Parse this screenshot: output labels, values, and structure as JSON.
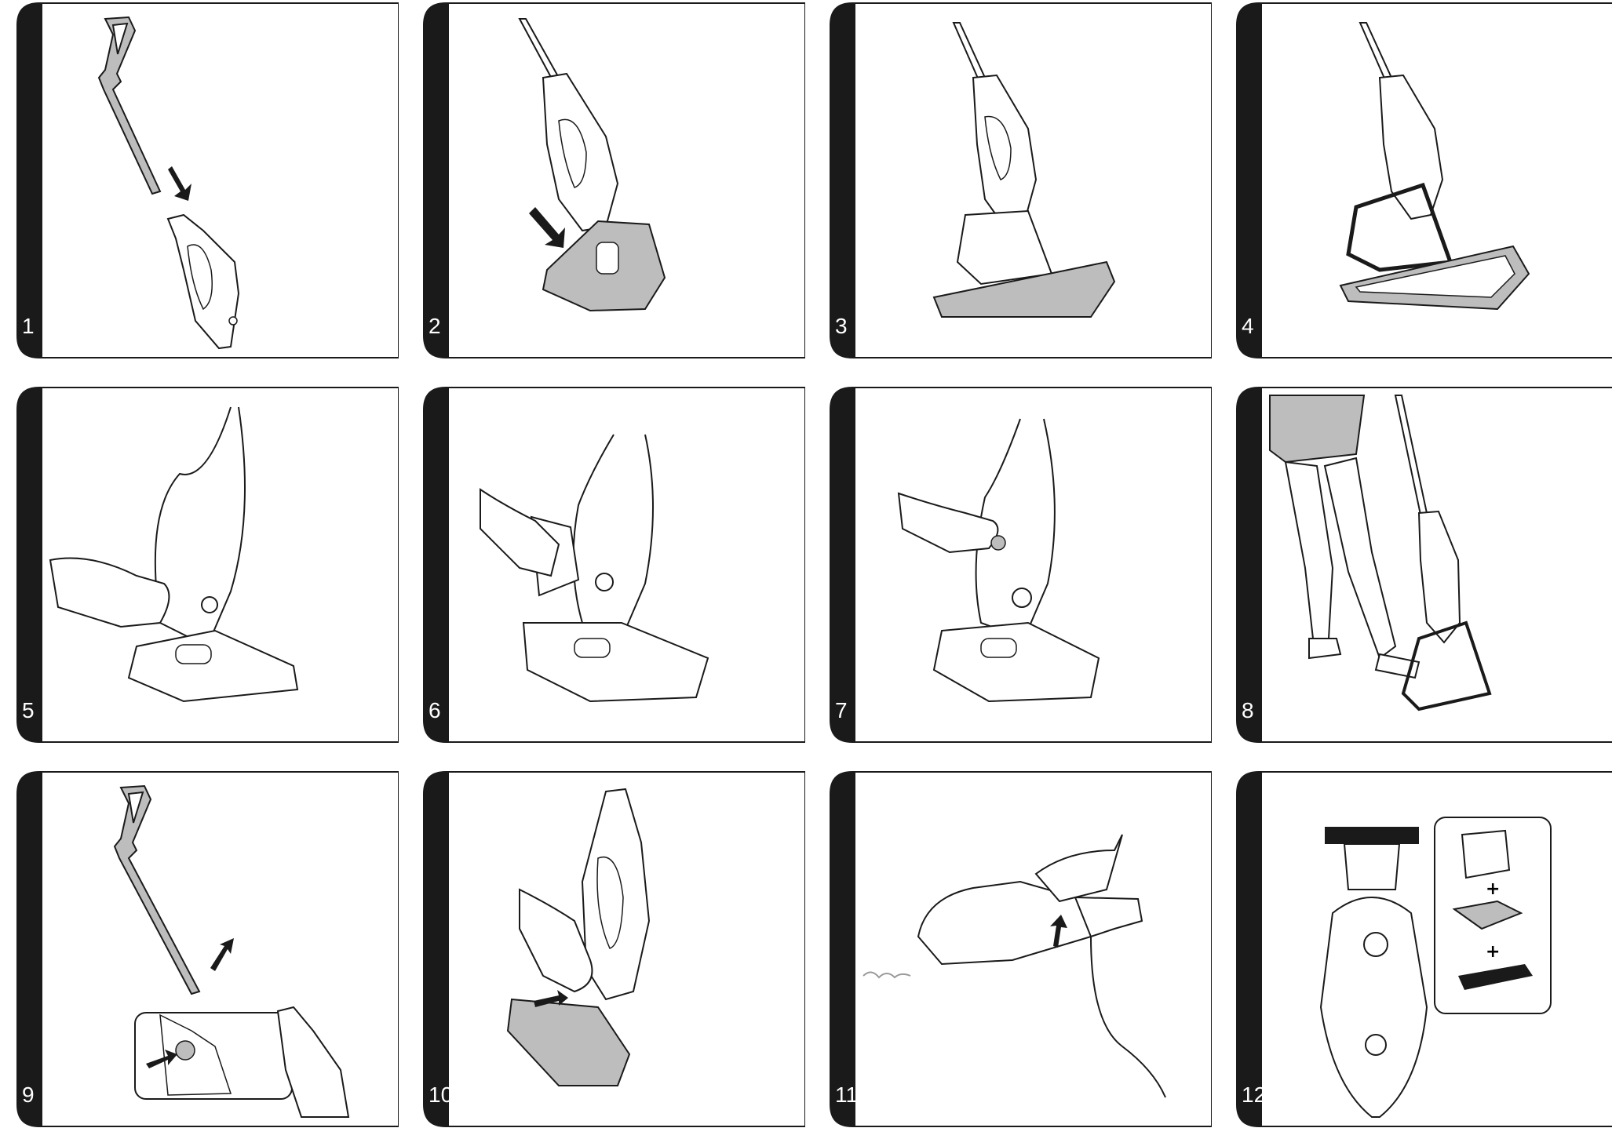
{
  "steps": [
    {
      "number": "1",
      "icon": "handle-attach-illustration"
    },
    {
      "number": "2",
      "icon": "steam-head-attach-illustration"
    },
    {
      "number": "3",
      "icon": "cloth-pad-attach-illustration"
    },
    {
      "number": "4",
      "icon": "carpet-glider-attach-illustration"
    },
    {
      "number": "5",
      "icon": "open-water-tank-cap-illustration"
    },
    {
      "number": "6",
      "icon": "fill-water-tank-illustration"
    },
    {
      "number": "7",
      "icon": "close-water-tank-cap-illustration"
    },
    {
      "number": "8",
      "icon": "remove-carpet-glider-illustration"
    },
    {
      "number": "9",
      "icon": "detach-handle-release-button-illustration"
    },
    {
      "number": "10",
      "icon": "remove-steam-head-illustration"
    },
    {
      "number": "11",
      "icon": "handheld-steam-use-illustration"
    },
    {
      "number": "12",
      "icon": "window-cleaner-accessory-illustration"
    }
  ],
  "plus_sign": "+",
  "colors": {
    "frame": "#1a1a1a",
    "fill_grey": "#bdbdbd",
    "line": "#1a1a1a"
  }
}
